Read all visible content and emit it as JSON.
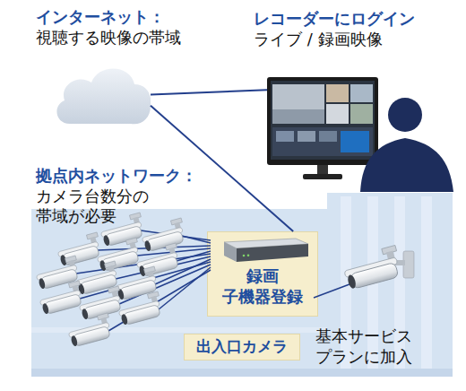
{
  "diagram": {
    "nodes": [
      {
        "text": [
          "インターネット：",
          "視聴する映像の帯域"
        ]
      },
      {
        "text": [
          "レコーダーにログイン",
          "ライブ / 録画映像"
        ]
      },
      {
        "text": [
          "拠点内ネットワーク：",
          "カメラ台数分の 帯域が必要"
        ]
      },
      {
        "text": [
          "録画 子機器登録"
        ],
        "in": 2
      },
      {
        "text": [
          "出入口カメラ"
        ],
        "in": 2
      }
    ],
    "edges": [
      {
        "from": 3,
        "to": 0,
        "arrow": "none"
      },
      {
        "from": 0,
        "to": 1,
        "arrow": "none"
      }
    ],
    "labels": [
      "基本サービス プランに加入"
    ]
  }
}
